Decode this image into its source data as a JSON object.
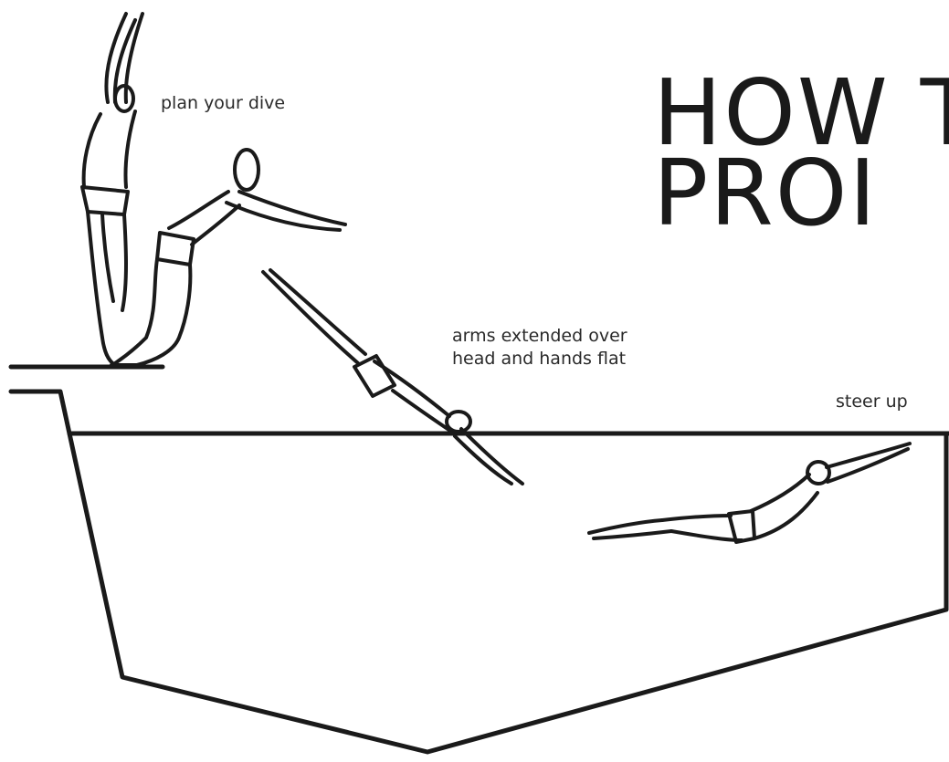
{
  "labels": {
    "plan": "plan your dive",
    "arms_line1": "arms extended over",
    "arms_line2": "head and hands flat",
    "steer": "steer up"
  },
  "title": {
    "line1": "HOW T",
    "line2": "PROI"
  },
  "colors": {
    "ink": "#1a1a1a",
    "text": "#2a2a2a",
    "background": "#ffffff"
  }
}
